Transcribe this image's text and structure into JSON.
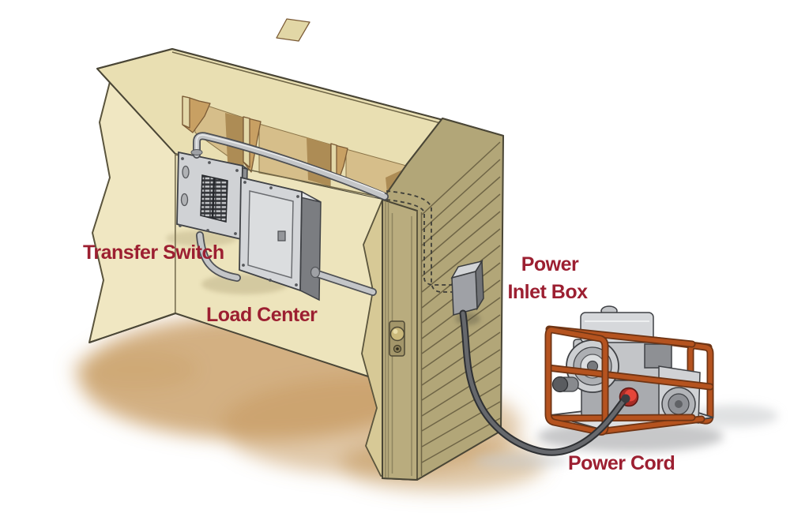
{
  "labels": {
    "transfer_switch": "Transfer Switch",
    "load_center": "Load Center",
    "power_inlet_box_line1": "Power",
    "power_inlet_box_line2": "Inlet Box",
    "power_cord": "Power Cord"
  },
  "colors": {
    "label_red": "#9C1F31",
    "background": "#FFFFFF",
    "interior_wall_tan": "#EDE4BC",
    "left_wall_tan": "#F0E7C2",
    "ceiling_tan": "#E9DFB2",
    "joist_wood_brown": "#C49B5E",
    "cavity_tan": "#D6BE8A",
    "exterior_siding_olive": "#B2A678",
    "door_olive": "#B9AC7E",
    "panel_gray": "#D3D5D8",
    "conduit_gray": "#C4C6C8",
    "generator_gray": "#C9CBCE",
    "frame_orange": "#B5531F",
    "receptacle_red": "#E6453A",
    "power_cord_gray": "#66686C",
    "floor_shadow_brown": "#C79A60"
  },
  "scene": {
    "description": "Cutaway illustration: transfer switch and load center on interior garage wall, conduit to exterior power inlet box, power cord to portable generator.",
    "objects": [
      "ceiling-joists",
      "interior-wall",
      "exterior-siding",
      "entry-door",
      "transfer-switch-panel",
      "load-center-panel",
      "electrical-conduit",
      "hidden-conduit-dashed",
      "power-inlet-box",
      "power-cord",
      "portable-generator",
      "generator-frame",
      "ground-shadow"
    ]
  }
}
